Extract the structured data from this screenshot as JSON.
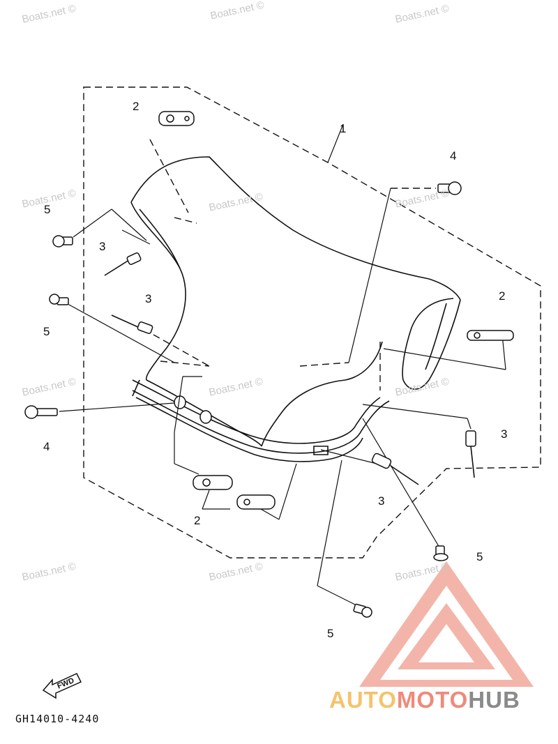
{
  "watermark_text": "Boats.net ©",
  "diagram_code": "GH14010-4240",
  "fwd_label": "FWD",
  "logo": {
    "part1": "AUTO",
    "part2": "MOTO",
    "part3": "HUB"
  },
  "callouts": {
    "c1": "1",
    "c2a": "2",
    "c2b": "2",
    "c2c": "2",
    "c3a": "3",
    "c3b": "3",
    "c3c": "3",
    "c3d": "3",
    "c4a": "4",
    "c4b": "4",
    "c5a": "5",
    "c5b": "5",
    "c5c": "5",
    "c5d": "5"
  },
  "colors": {
    "logo_red": "#ef8a7a",
    "logo_yellow": "#f6c26b",
    "logo_gray": "#8a8a8a"
  }
}
